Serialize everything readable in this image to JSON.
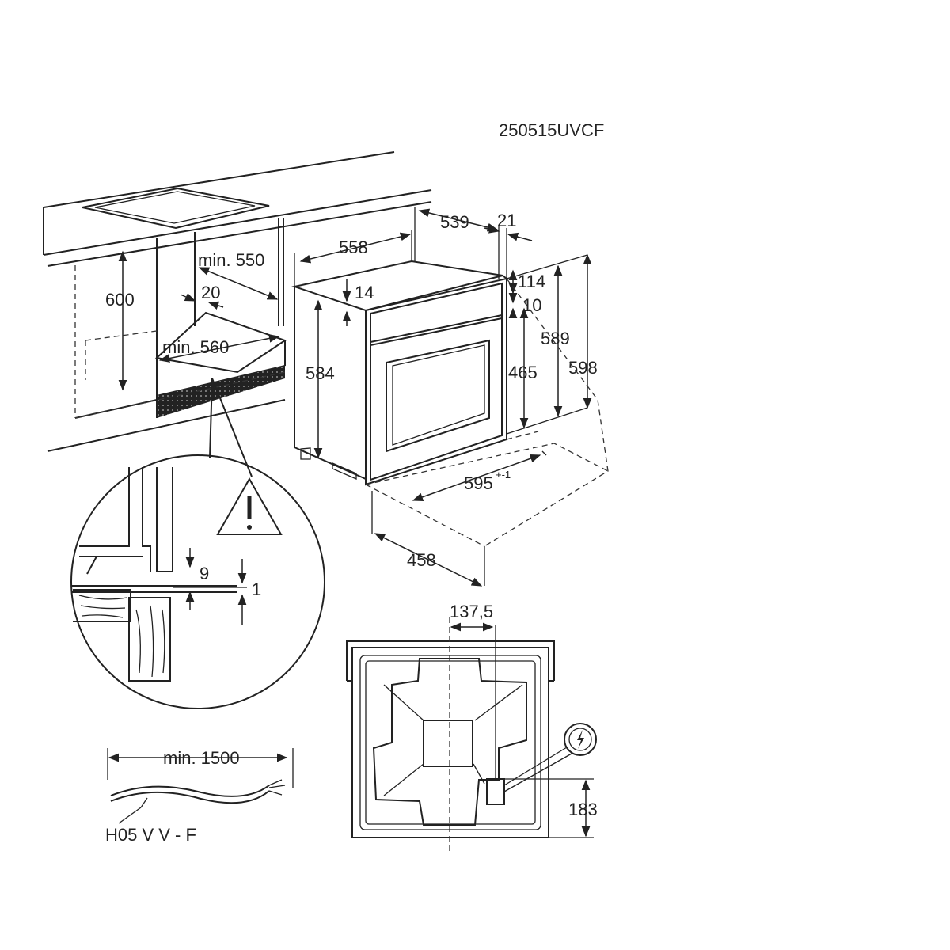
{
  "model_code": "250515UVCF",
  "dimensions": {
    "cabinet_height": "600",
    "niche_depth_min": "min. 550",
    "front_offset": "20",
    "niche_width_min": "min. 560",
    "oven_depth_total": "558",
    "body_depth": "539",
    "door_thickness": "21",
    "top_gap": "14",
    "upper_panel": "114",
    "control_step": "10",
    "body_height": "584",
    "door_height": "465",
    "inner_height": "589",
    "total_height": "598",
    "front_width": "595",
    "front_width_tolerance": "+-1",
    "side_depth": "458",
    "gap_9": "9",
    "gap_1": "1",
    "plug_offset_x": "137,5",
    "plug_offset_y": "183"
  },
  "cable": {
    "length": "min. 1500",
    "type": "H05 V V - F"
  },
  "icons": {
    "warning": "warning-triangle-icon",
    "electrical": "electrical-connection-icon"
  }
}
